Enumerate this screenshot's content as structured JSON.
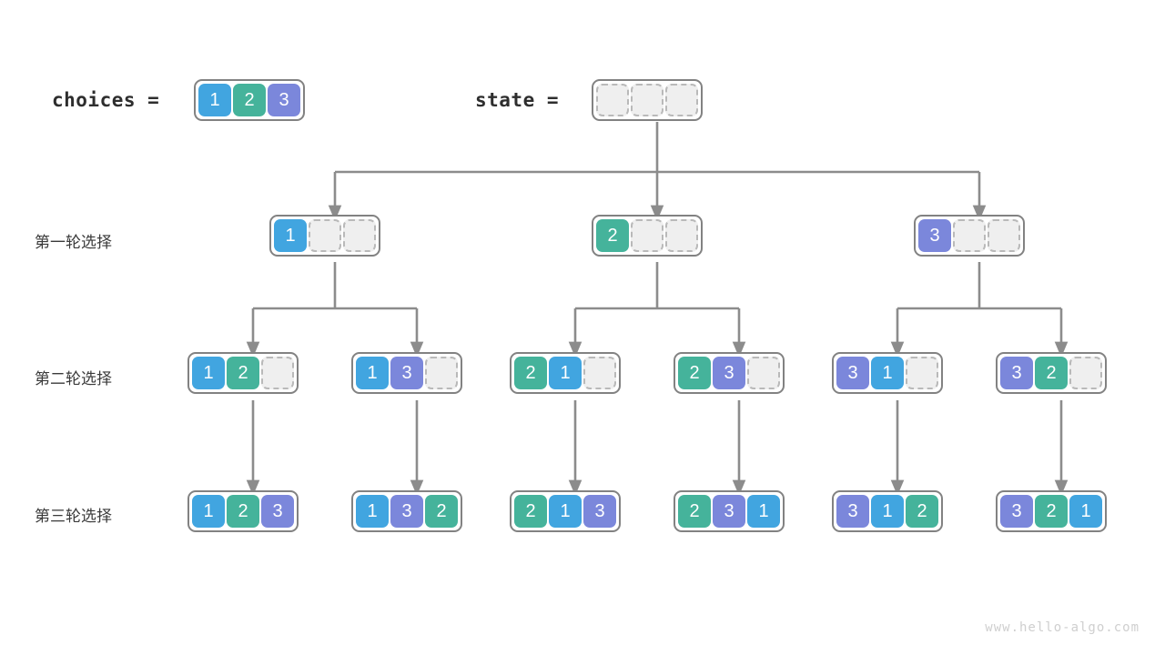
{
  "header": {
    "choices_label": "choices =",
    "state_label": "state =",
    "choices_values": [
      "1",
      "2",
      "3"
    ],
    "state_values": [
      "",
      "",
      ""
    ]
  },
  "row_labels": [
    "第一轮选择",
    "第二轮选择",
    "第三轮选择"
  ],
  "colors": {
    "value_1": "#41a5e0",
    "value_2": "#45b39b",
    "value_3": "#7b87db",
    "empty_cell": "#efefef",
    "node_border": "#828282",
    "edge": "#8c8c8c",
    "text": "#3a3a3a",
    "watermark": "#cfcfcf"
  },
  "level1": [
    {
      "values": [
        "1",
        "",
        ""
      ]
    },
    {
      "values": [
        "2",
        "",
        ""
      ]
    },
    {
      "values": [
        "3",
        "",
        ""
      ]
    }
  ],
  "level2": [
    {
      "values": [
        "1",
        "2",
        ""
      ]
    },
    {
      "values": [
        "1",
        "3",
        ""
      ]
    },
    {
      "values": [
        "2",
        "1",
        ""
      ]
    },
    {
      "values": [
        "2",
        "3",
        ""
      ]
    },
    {
      "values": [
        "3",
        "1",
        ""
      ]
    },
    {
      "values": [
        "3",
        "2",
        ""
      ]
    }
  ],
  "level3": [
    {
      "values": [
        "1",
        "2",
        "3"
      ]
    },
    {
      "values": [
        "1",
        "3",
        "2"
      ]
    },
    {
      "values": [
        "2",
        "1",
        "3"
      ]
    },
    {
      "values": [
        "2",
        "3",
        "1"
      ]
    },
    {
      "values": [
        "3",
        "1",
        "2"
      ]
    },
    {
      "values": [
        "3",
        "2",
        "1"
      ]
    }
  ],
  "watermark": "www.hello-algo.com"
}
